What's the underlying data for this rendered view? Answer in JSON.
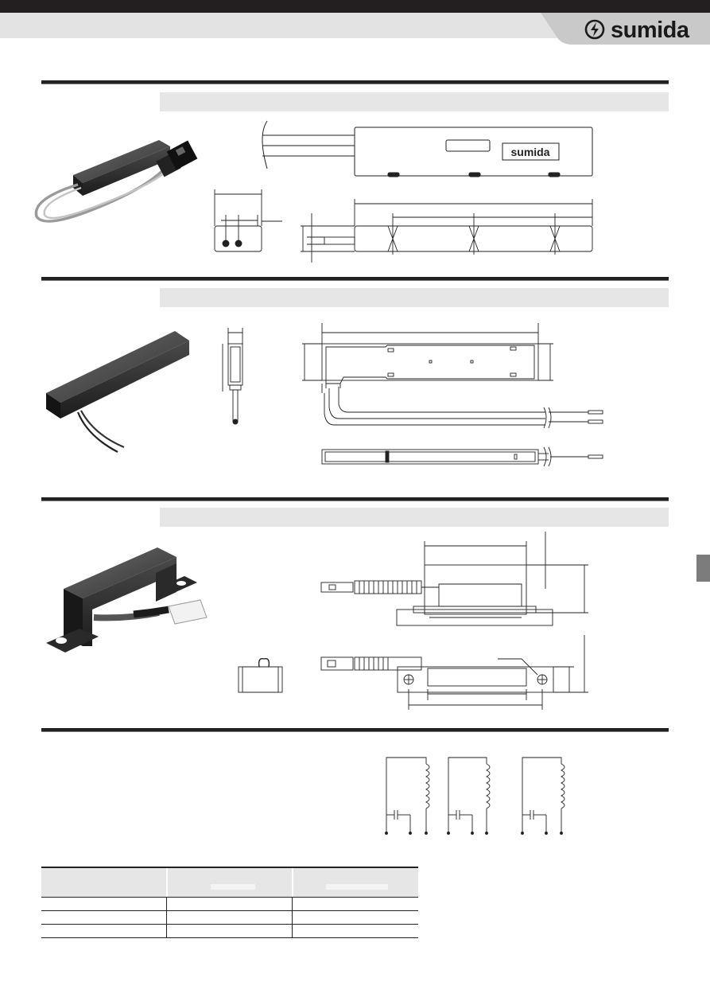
{
  "brand": {
    "name": "sumida",
    "color": "#231f20",
    "logo_icon": "sumida-logo-icon"
  },
  "colors": {
    "header_band": "#e3e3e3",
    "section_band": "#e6e6e6",
    "side_tab": "#7c7c7c"
  },
  "drawing_labels": {
    "product_label": "sumida"
  },
  "table": {
    "header_cells": 3,
    "body_rows": 3
  }
}
